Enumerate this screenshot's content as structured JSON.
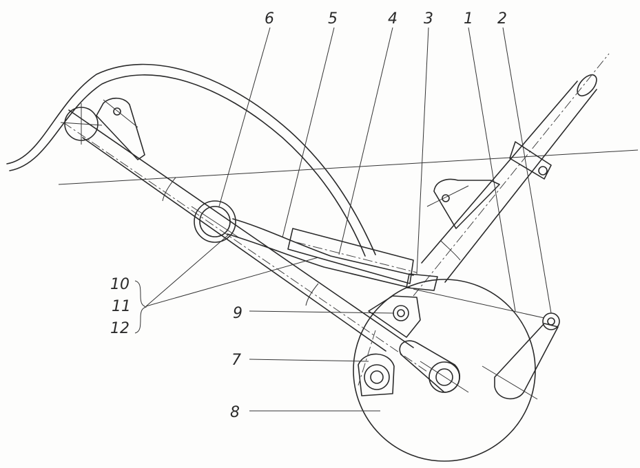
{
  "labels": {
    "l1": "1",
    "l2": "2",
    "l3": "3",
    "l4": "4",
    "l5": "5",
    "l6": "6",
    "l7": "7",
    "l8": "8",
    "l9": "9",
    "l10": "10",
    "l11": "11",
    "l12": "12"
  },
  "colors": {
    "ink": "#2a2a2a",
    "paper": "#fdfdfc"
  }
}
